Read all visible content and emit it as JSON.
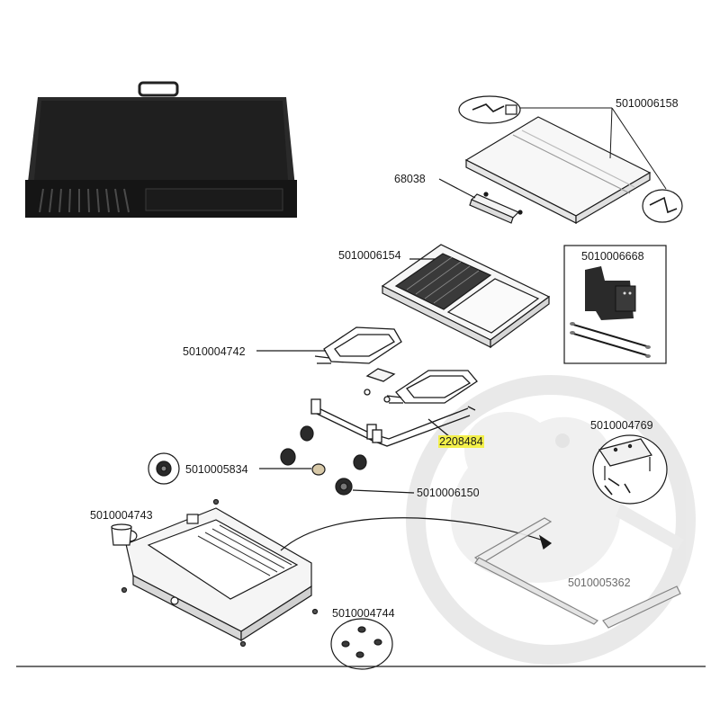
{
  "diagram": {
    "labels": {
      "part_5010006158": "5010006158",
      "part_68038": "68038",
      "part_5010006154": "5010006154",
      "part_5010006668": "5010006668",
      "part_5010004742": "5010004742",
      "part_2208484": "2208484",
      "part_5010004769": "5010004769",
      "part_5010005834": "5010005834",
      "part_5010006150": "5010006150",
      "part_5010004743": "5010004743",
      "part_5010005362": "5010005362",
      "part_5010004744": "5010004744"
    },
    "highlighted_part": "2208484",
    "colors": {
      "line": "#1a1a1a",
      "part_fill": "#f4f4f4",
      "dark_part": "#262626",
      "highlight": "#f3f04a",
      "watermark": "#d8d8d8"
    }
  }
}
